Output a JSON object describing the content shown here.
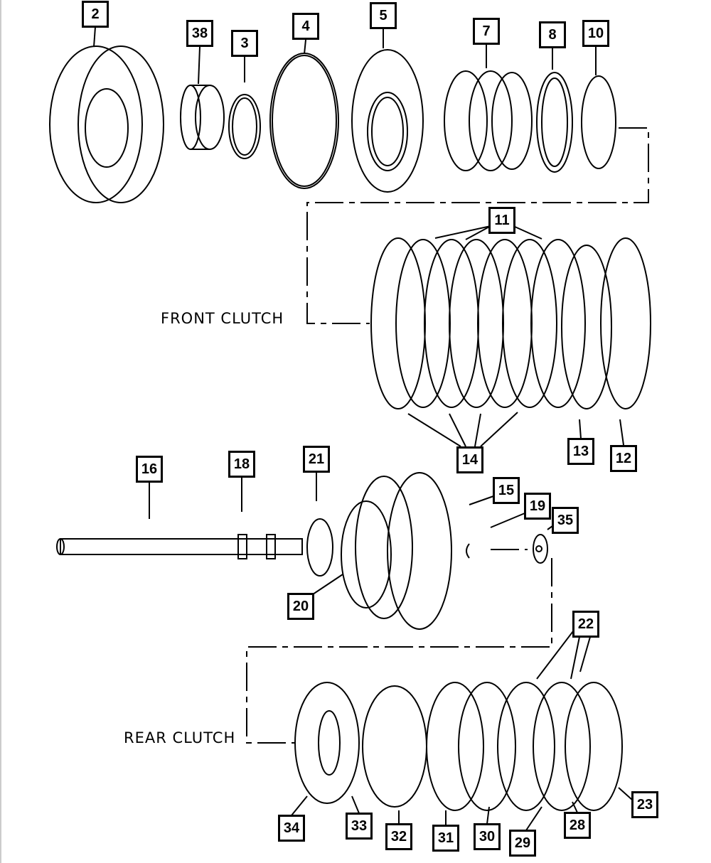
{
  "captions": {
    "front": "FRONT CLUTCH",
    "rear": "REAR CLUTCH"
  },
  "labels": [
    {
      "id": "2"
    },
    {
      "id": "38"
    },
    {
      "id": "3"
    },
    {
      "id": "4"
    },
    {
      "id": "5"
    },
    {
      "id": "7"
    },
    {
      "id": "8"
    },
    {
      "id": "10"
    },
    {
      "id": "11"
    },
    {
      "id": "14"
    },
    {
      "id": "13"
    },
    {
      "id": "12"
    },
    {
      "id": "16"
    },
    {
      "id": "18"
    },
    {
      "id": "21"
    },
    {
      "id": "15"
    },
    {
      "id": "19"
    },
    {
      "id": "35"
    },
    {
      "id": "20"
    },
    {
      "id": "22"
    },
    {
      "id": "23"
    },
    {
      "id": "34"
    },
    {
      "id": "33"
    },
    {
      "id": "32"
    },
    {
      "id": "31"
    },
    {
      "id": "30"
    },
    {
      "id": "29"
    },
    {
      "id": "28"
    }
  ]
}
